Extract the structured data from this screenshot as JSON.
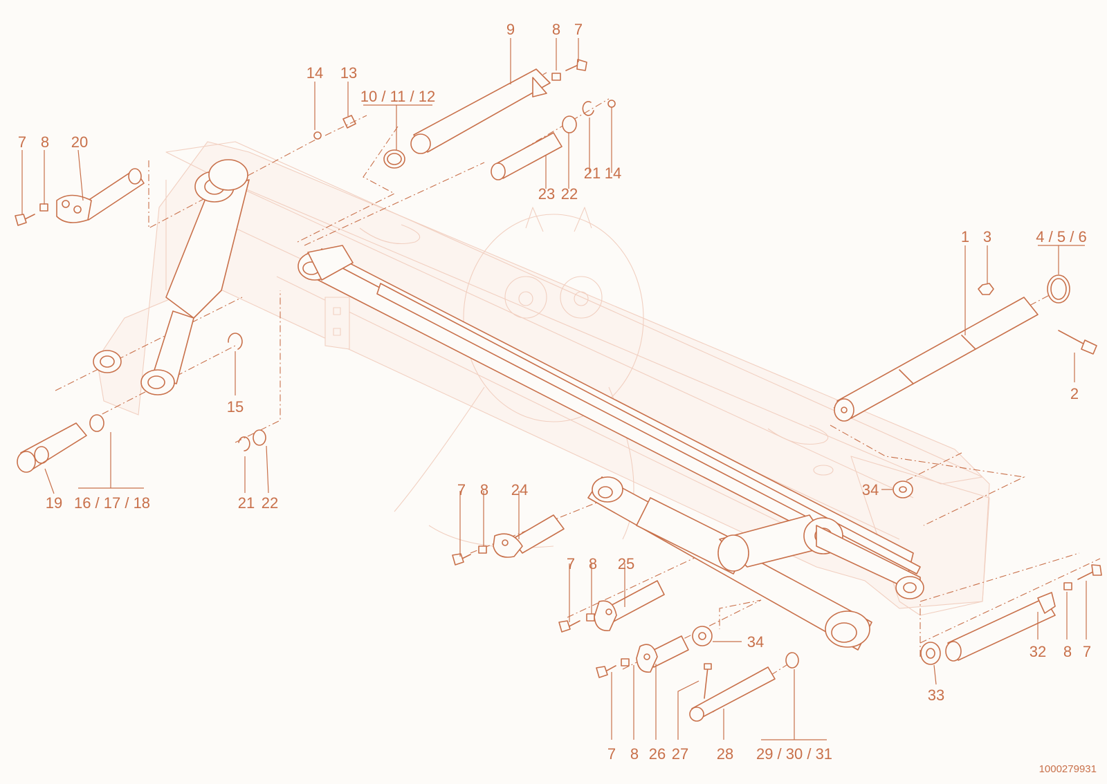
{
  "diagram": {
    "document_number": "1000279931",
    "labels": [
      {
        "id": "1",
        "text": "1"
      },
      {
        "id": "2",
        "text": "2"
      },
      {
        "id": "3",
        "text": "3"
      },
      {
        "id": "4-5-6",
        "text": "4 / 5 / 6"
      },
      {
        "id": "7a",
        "text": "7"
      },
      {
        "id": "8a",
        "text": "8"
      },
      {
        "id": "9",
        "text": "9"
      },
      {
        "id": "10-11-12",
        "text": "10 / 11 / 12"
      },
      {
        "id": "13",
        "text": "13"
      },
      {
        "id": "14a",
        "text": "14"
      },
      {
        "id": "14b",
        "text": "14"
      },
      {
        "id": "15",
        "text": "15"
      },
      {
        "id": "16-17-18",
        "text": "16 / 17 / 18"
      },
      {
        "id": "19",
        "text": "19"
      },
      {
        "id": "20",
        "text": "20"
      },
      {
        "id": "7b",
        "text": "7"
      },
      {
        "id": "8b",
        "text": "8"
      },
      {
        "id": "21a",
        "text": "21"
      },
      {
        "id": "22a",
        "text": "22"
      },
      {
        "id": "21b",
        "text": "21"
      },
      {
        "id": "22b",
        "text": "22"
      },
      {
        "id": "23",
        "text": "23"
      },
      {
        "id": "7c",
        "text": "7"
      },
      {
        "id": "8c",
        "text": "8"
      },
      {
        "id": "24",
        "text": "24"
      },
      {
        "id": "7d",
        "text": "7"
      },
      {
        "id": "8d",
        "text": "8"
      },
      {
        "id": "25",
        "text": "25"
      },
      {
        "id": "34a",
        "text": "34"
      },
      {
        "id": "34b",
        "text": "34"
      },
      {
        "id": "7e",
        "text": "7"
      },
      {
        "id": "8e",
        "text": "8"
      },
      {
        "id": "26",
        "text": "26"
      },
      {
        "id": "27",
        "text": "27"
      },
      {
        "id": "28",
        "text": "28"
      },
      {
        "id": "29-30-31",
        "text": "29 / 30 / 31"
      },
      {
        "id": "32",
        "text": "32"
      },
      {
        "id": "8f",
        "text": "8"
      },
      {
        "id": "7f",
        "text": "7"
      },
      {
        "id": "33",
        "text": "33"
      }
    ]
  },
  "colors": {
    "ink": "#c8704a",
    "ghost": "#f1cfc0",
    "paper": "#fdfbf8"
  }
}
